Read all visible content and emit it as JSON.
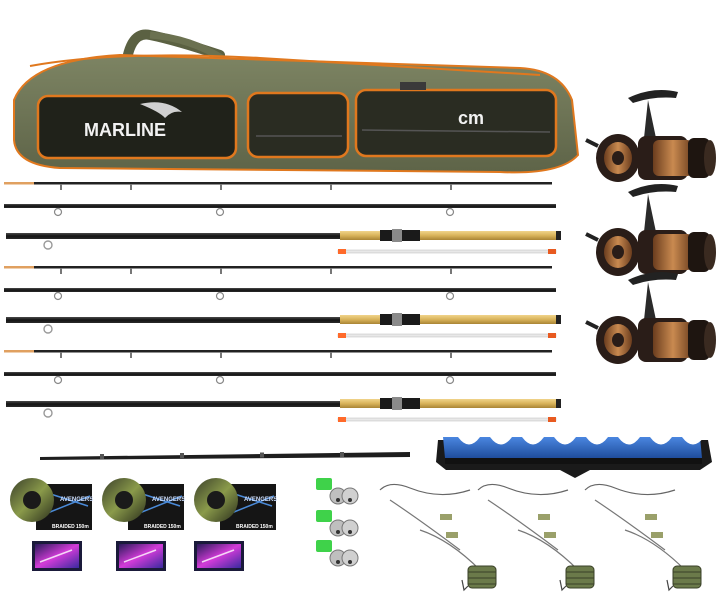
{
  "bag": {
    "brand": "MARLINE",
    "tag": "cm"
  },
  "line_spools": {
    "count": 3,
    "brand": "AVENGERS",
    "type": "BRAIDED",
    "length": "150m"
  },
  "colors": {
    "bag_body": "#6f7656",
    "bag_trim": "#e0781e",
    "rod_blank": "#1b1b1b",
    "cork_handle": "#d8b35a",
    "rest_blue": "#2f69c7",
    "reel_body": "#2a1d18",
    "reel_copper": "#b87440",
    "bell_green": "#3fd24a",
    "light_stick": "#d23bd8"
  },
  "icons": [
    "rod-bag-icon",
    "fishing-rod-icon",
    "spinning-reel-icon",
    "rod-rest-icon",
    "braided-line-icon",
    "bite-bell-icon",
    "light-stick-icon",
    "feeder-rig-icon"
  ]
}
